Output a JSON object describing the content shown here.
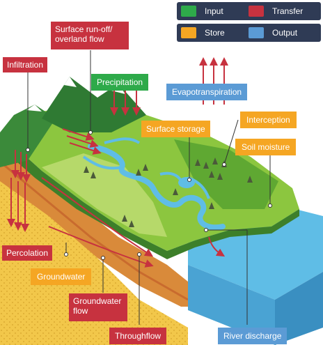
{
  "legend": {
    "input": "Input",
    "transfer": "Transfer",
    "store": "Store",
    "output": "Output"
  },
  "colors": {
    "input": "#2eaa4a",
    "transfer": "#c7323f",
    "store": "#f5a623",
    "output": "#5b9bd5"
  },
  "labels": {
    "runoff_line1": "Surface run-off/",
    "runoff_line2": "overland flow",
    "infiltration": "Infiltration",
    "precipitation": "Precipitation",
    "evapotranspiration": "Evapotranspiration",
    "interception": "Interception",
    "surface_storage": "Surface storage",
    "soil_moisture": "Soil moisture",
    "percolation": "Percolation",
    "groundwater": "Groundwater",
    "groundwater_flow_line1": "Groundwater",
    "groundwater_flow_line2": "flow",
    "throughflow": "Throughflow",
    "river_discharge": "River discharge"
  }
}
